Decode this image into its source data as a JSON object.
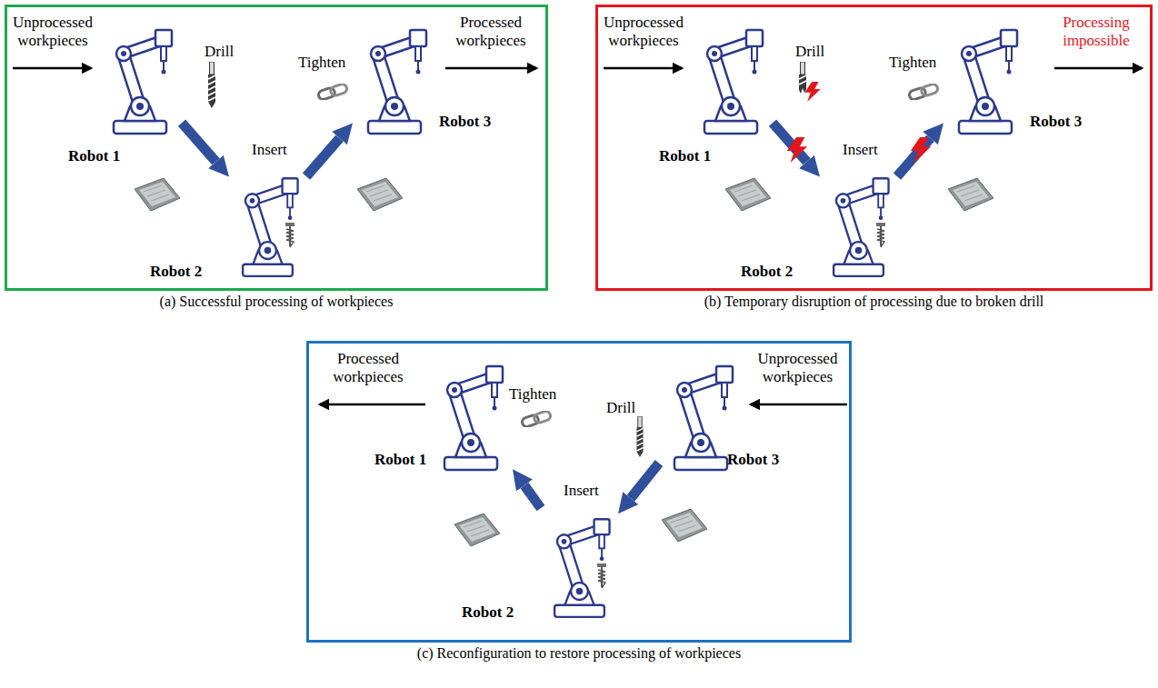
{
  "diagram": {
    "nodes": [
      {
        "text": [
          "(a) Successful processing of workpieces"
        ]
      },
      {
        "text": [
          "Drill",
          "Robot 1"
        ],
        "in": 0
      },
      {
        "text": [
          "Insert",
          "Robot 2"
        ],
        "in": 0
      },
      {
        "text": [
          "Tighten",
          "Robot 3"
        ],
        "in": 0
      },
      {
        "text": [
          "(b) Temporary disruption of processing due to broken drill"
        ]
      },
      {
        "text": [
          "Drill",
          "Robot 1"
        ],
        "in": 4
      },
      {
        "text": [
          "Insert",
          "Robot 2"
        ],
        "in": 4
      },
      {
        "text": [
          "Tighten",
          "Robot 3"
        ],
        "in": 4
      },
      {
        "text": [
          "(c) Reconfiguration to restore processing of workpieces"
        ]
      },
      {
        "text": [
          "Tighten",
          "Robot 1"
        ],
        "in": 8
      },
      {
        "text": [
          "Insert",
          "Robot 2"
        ],
        "in": 8
      },
      {
        "text": [
          "Drill",
          "Robot 3"
        ],
        "in": 8
      }
    ],
    "edges": [
      {
        "from": 1,
        "to": 2,
        "arrow": "to"
      },
      {
        "from": 2,
        "to": 3,
        "arrow": "to"
      },
      {
        "from": 5,
        "to": 6,
        "arrow": "to"
      },
      {
        "from": 6,
        "to": 7,
        "arrow": "to"
      },
      {
        "from": 11,
        "to": 10,
        "arrow": "to"
      },
      {
        "from": 10,
        "to": 9,
        "arrow": "to"
      }
    ],
    "labels": [
      "Unprocessed workpieces",
      "Processed workpieces",
      "Unprocessed workpieces",
      "Processing impossible",
      "Processed workpieces",
      "Unprocessed workpieces"
    ]
  }
}
